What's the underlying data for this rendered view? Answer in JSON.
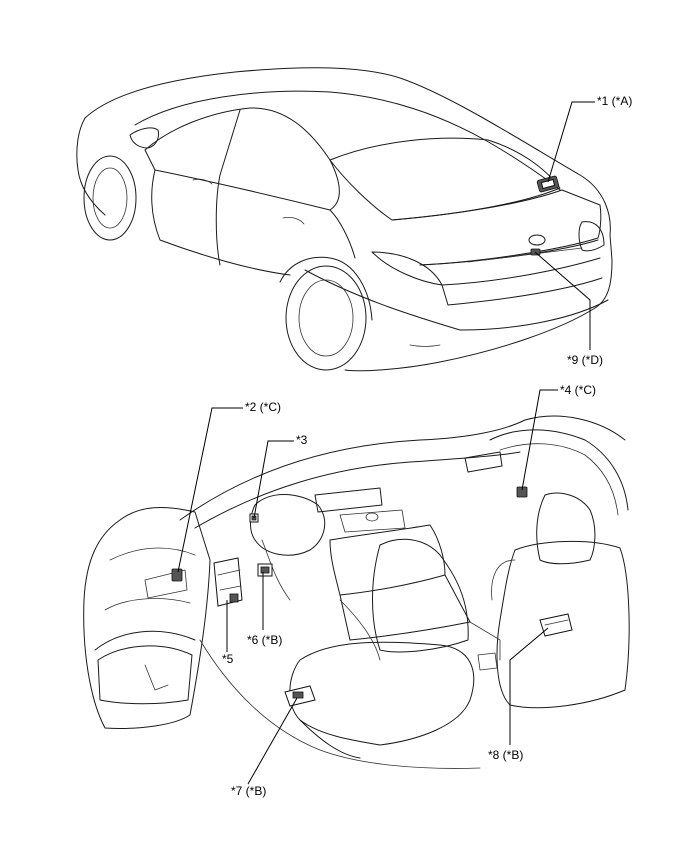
{
  "callouts": {
    "c1": "*1 (*A)",
    "c9": "*9 (*D)",
    "c2": "*2 (*C)",
    "c3": "*3",
    "c4": "*4 (*C)",
    "c5": "*5",
    "c6": "*6 (*B)",
    "c7": "*7 (*B)",
    "c8": "*8 (*B)"
  }
}
